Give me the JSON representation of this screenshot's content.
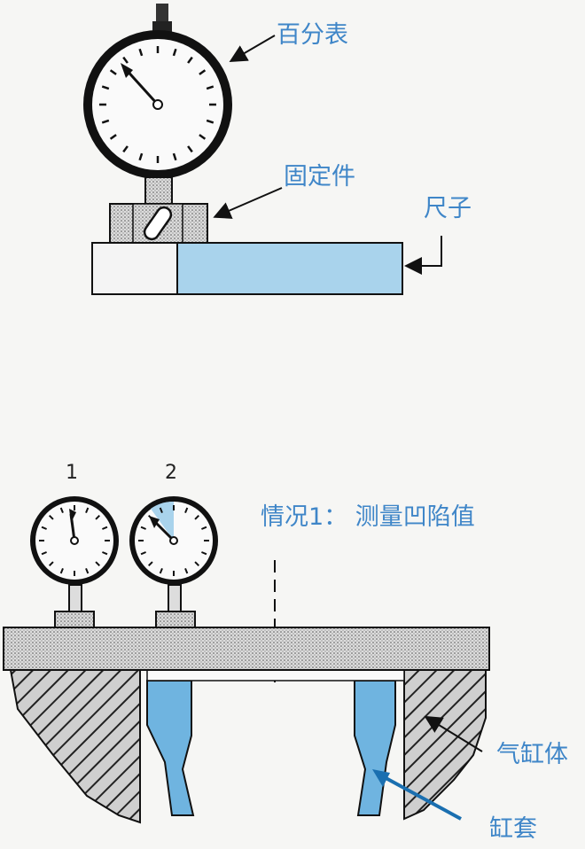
{
  "labels": {
    "dial_indicator": "百分表",
    "fixture": "固定件",
    "ruler": "尺子",
    "case_title": "情况1： 测量凹陷值",
    "gauge_1": "1",
    "gauge_2": "2",
    "cylinder_block": "气缸体",
    "cylinder_liner": "缸套"
  },
  "colors": {
    "label_blue": "#3f86c8",
    "ruler_fill": "#a9d3ec",
    "liner_fill": "#6fb4e0",
    "outline": "#1a1a1a",
    "background": "#f6f6f4"
  },
  "icons": {
    "dial_indicator": "dial-gauge-icon",
    "arrow": "pointer-arrow-icon"
  }
}
